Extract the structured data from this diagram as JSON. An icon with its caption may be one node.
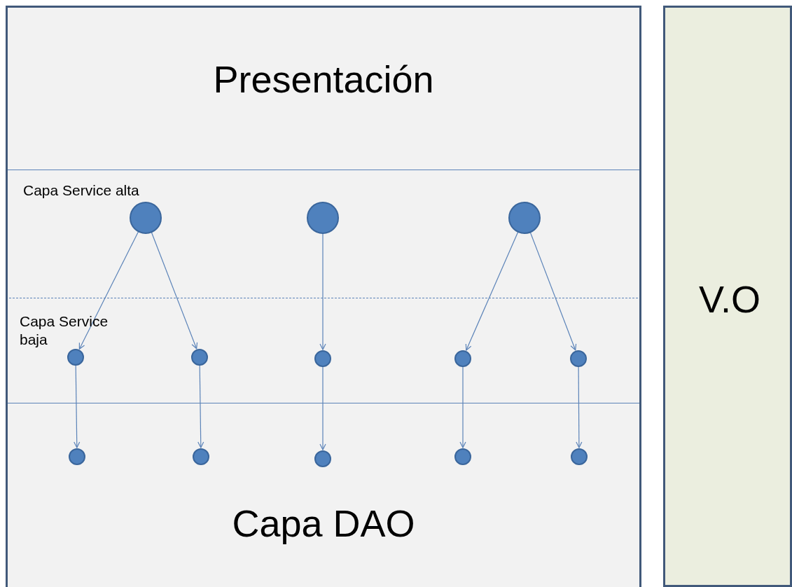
{
  "diagram": {
    "nodes": [
      {
        "text": [
          "Presentación"
        ]
      },
      {
        "text": [
          "Capa Service alta"
        ]
      },
      {
        "text": [
          "Capa Service baja"
        ]
      },
      {
        "text": [
          "Capa DAO"
        ]
      },
      {
        "text": [
          "V.O"
        ]
      },
      {
        "text": [],
        "shape": "circle",
        "in": 1
      },
      {
        "text": [],
        "shape": "circle",
        "in": 1
      },
      {
        "text": [],
        "shape": "circle",
        "in": 1
      },
      {
        "text": [],
        "shape": "circle",
        "in": 2
      },
      {
        "text": [],
        "shape": "circle",
        "in": 2
      },
      {
        "text": [],
        "shape": "circle",
        "in": 2
      },
      {
        "text": [],
        "shape": "circle",
        "in": 2
      },
      {
        "text": [],
        "shape": "circle",
        "in": 2
      },
      {
        "text": [],
        "shape": "circle",
        "in": 3
      },
      {
        "text": [],
        "shape": "circle",
        "in": 3
      },
      {
        "text": [],
        "shape": "circle",
        "in": 3
      },
      {
        "text": [],
        "shape": "circle",
        "in": 3
      },
      {
        "text": [],
        "shape": "circle",
        "in": 3
      }
    ],
    "edges": [
      {
        "from": 5,
        "to": 8,
        "arrow": "to"
      },
      {
        "from": 5,
        "to": 9,
        "arrow": "to"
      },
      {
        "from": 6,
        "to": 10,
        "arrow": "to"
      },
      {
        "from": 7,
        "to": 11,
        "arrow": "to"
      },
      {
        "from": 7,
        "to": 12,
        "arrow": "to"
      },
      {
        "from": 8,
        "to": 13,
        "arrow": "to"
      },
      {
        "from": 9,
        "to": 14,
        "arrow": "to"
      },
      {
        "from": 10,
        "to": 15,
        "arrow": "to"
      },
      {
        "from": 11,
        "to": 16,
        "arrow": "to"
      },
      {
        "from": 12,
        "to": 17,
        "arrow": "to"
      }
    ]
  }
}
